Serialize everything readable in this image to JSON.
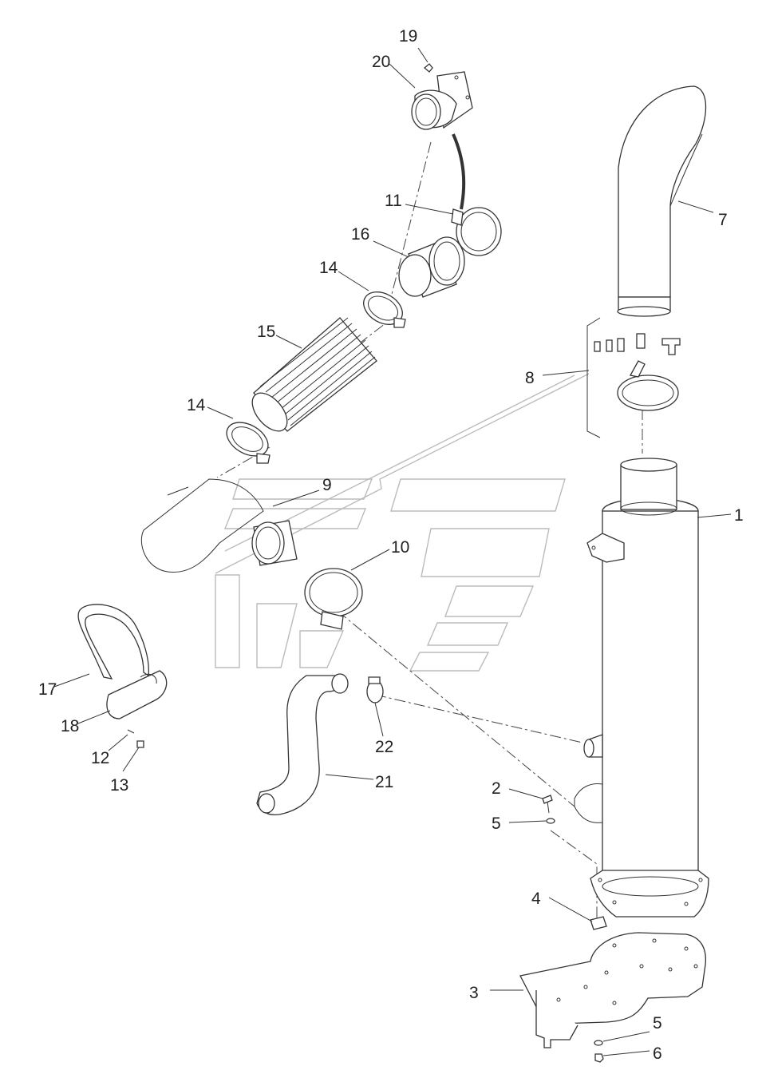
{
  "diagram": {
    "callouts": [
      {
        "id": "c19",
        "text": "19"
      },
      {
        "id": "c20",
        "text": "20"
      },
      {
        "id": "c11",
        "text": "11"
      },
      {
        "id": "c16",
        "text": "16"
      },
      {
        "id": "c14a",
        "text": "14"
      },
      {
        "id": "c15",
        "text": "15"
      },
      {
        "id": "c14b",
        "text": "14"
      },
      {
        "id": "c7",
        "text": "7"
      },
      {
        "id": "c8",
        "text": "8"
      },
      {
        "id": "c9",
        "text": "9"
      },
      {
        "id": "c10",
        "text": "10"
      },
      {
        "id": "c1",
        "text": "1"
      },
      {
        "id": "c17",
        "text": "17"
      },
      {
        "id": "c18",
        "text": "18"
      },
      {
        "id": "c12",
        "text": "12"
      },
      {
        "id": "c13",
        "text": "13"
      },
      {
        "id": "c22",
        "text": "22"
      },
      {
        "id": "c21",
        "text": "21"
      },
      {
        "id": "c2",
        "text": "2"
      },
      {
        "id": "c5a",
        "text": "5"
      },
      {
        "id": "c4",
        "text": "4"
      },
      {
        "id": "c3",
        "text": "3"
      },
      {
        "id": "c5b",
        "text": "5"
      },
      {
        "id": "c6",
        "text": "6"
      }
    ]
  }
}
